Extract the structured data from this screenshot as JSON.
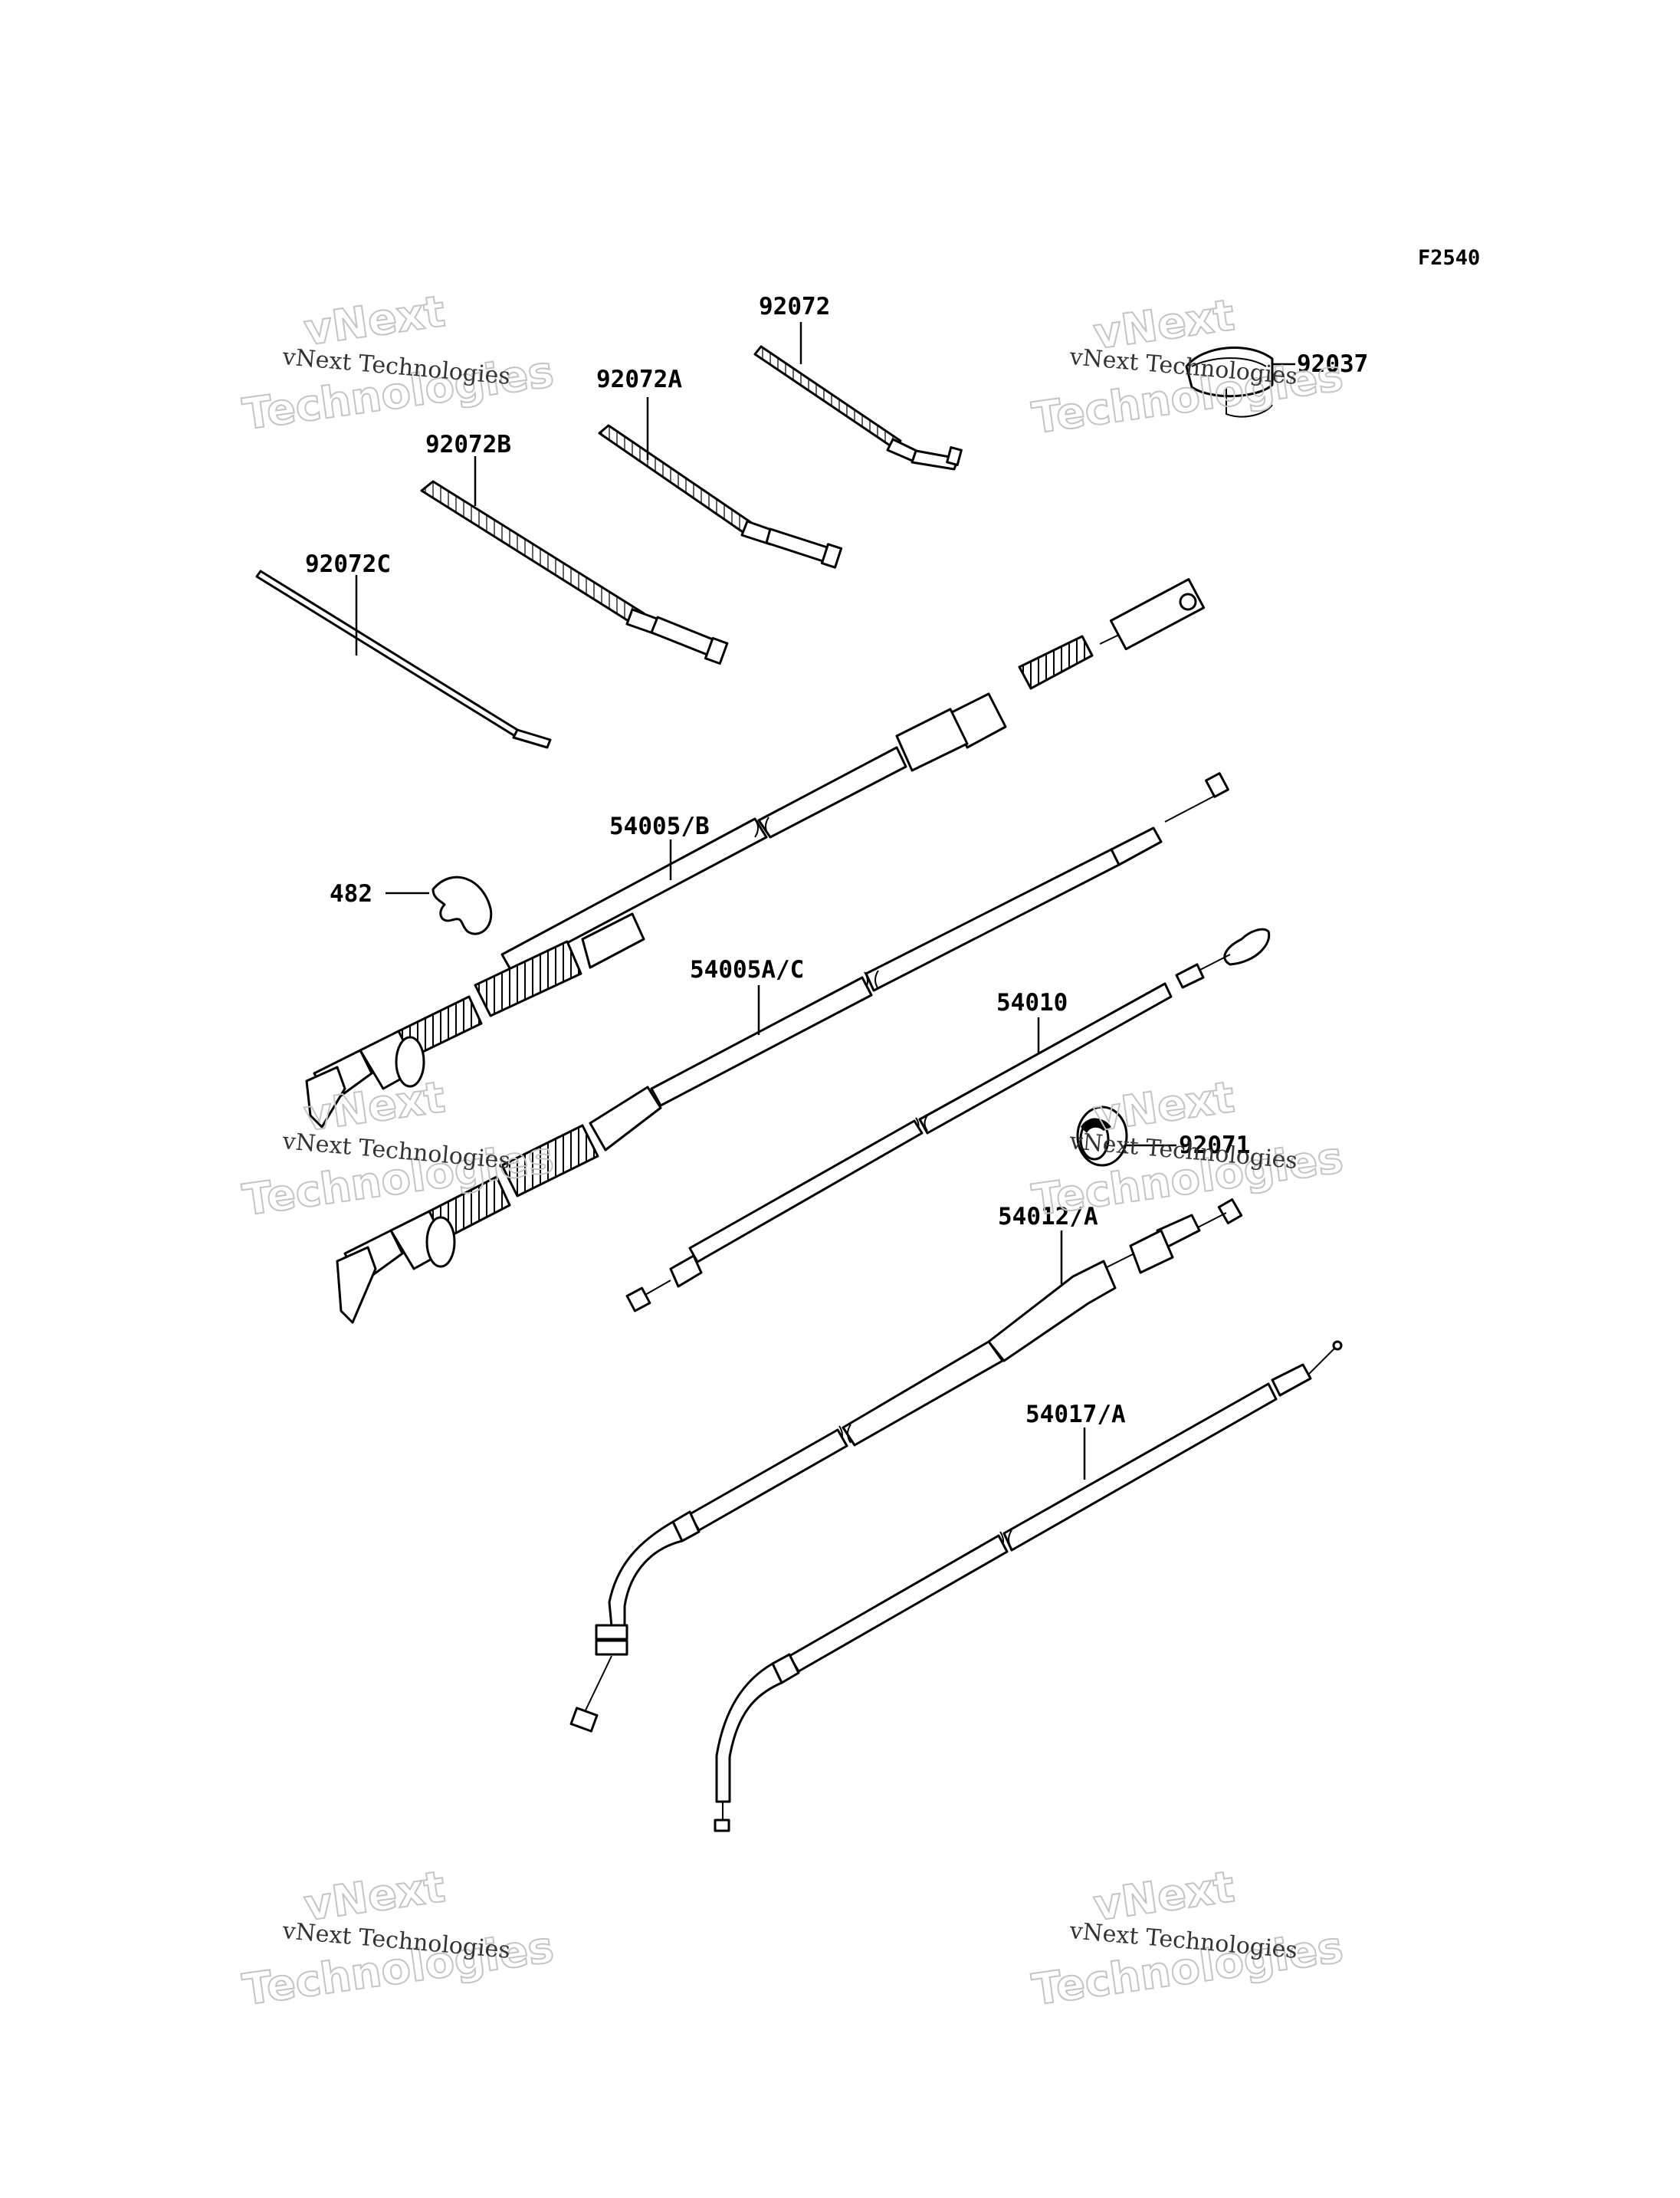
{
  "figure_code": "F2540",
  "labels": {
    "p92072": "92072",
    "p92072a": "92072A",
    "p92072b": "92072B",
    "p92072c": "92072C",
    "p92037": "92037",
    "p54005b": "54005/B",
    "p482": "482",
    "p54005ac": "54005A/C",
    "p54010": "54010",
    "p92071": "92071",
    "p54012a": "54012/A",
    "p54017a": "54017/A"
  },
  "watermark": {
    "line1": "vNext Technologies",
    "big1": "vNext",
    "big2": "Technologies"
  }
}
